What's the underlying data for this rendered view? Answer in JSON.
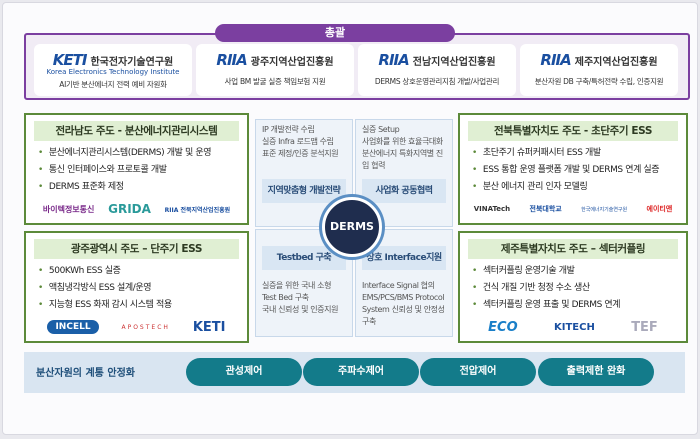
{
  "header": {
    "title": "총괄"
  },
  "orgs": [
    {
      "logo": "KETI",
      "name": "한국전자기술연구원",
      "sub": "Korea Electronics Technology Institute",
      "desc": "AI기반 분산에너지 전력 예비 자원화"
    },
    {
      "logo": "RIIA",
      "name": "광주지역산업진흥원",
      "desc": "사업 BM 발굴 실증 책임보험 지원"
    },
    {
      "logo": "RIIA",
      "name": "전남지역산업진흥원",
      "desc": "DERMS 상호운영관리지침 개발/사업관리"
    },
    {
      "logo": "RIIA",
      "name": "제주지역산업진흥원",
      "desc": "분산자원 DB 구축/특허전략 수립, 인증지원"
    }
  ],
  "regions": {
    "jeonnam": {
      "title": "전라남도 주도 - 분산에너지관리시스템",
      "items": [
        "분산에너지관리시스템(DERMS) 개발 및 운영",
        "통신 인터페이스와 프로토콜 개발",
        "DERMS 표준화 제정"
      ],
      "logos": [
        "바이텍정보통신",
        "GRIDA",
        "RIIA 전북지역산업진흥원"
      ]
    },
    "gwangju": {
      "title": "광주광역시 주도 – 단주기 ESS",
      "items": [
        "500KWh ESS 실증",
        "액침냉각방식 ESS 설계/운영",
        "지능형 ESS 화재 감시 시스템 적용"
      ],
      "logos": [
        "INCELL",
        "APOSTECH",
        "KETI"
      ]
    },
    "jeonbuk": {
      "title": "전북특별자치도 주도 - 초단주기 ESS",
      "items": [
        "초단주기 슈퍼커패시터 ESS 개발",
        "ESS 통합 운영 플랫폼 개발 및 DERMS 연계 실증",
        "분산 에너지 관리 인자 모델링"
      ],
      "logos": [
        "VINATech",
        "전북대학교",
        "한국에너지기술연구원",
        "에이티앤"
      ]
    },
    "jeju": {
      "title": "제주특별자치도 주도 – 섹터커플링",
      "items": [
        "섹터커플링 운영기술 개발",
        "건식 개질 기반 청정 수소 생산",
        "섹터커플링 운영 표출 및 DERMS 연계"
      ],
      "logos": [
        "ECO",
        "KITECH",
        "TEF"
      ]
    }
  },
  "center": {
    "hub": "DERMS",
    "quadrants": [
      {
        "label": "지역맞춤형 개발전략",
        "items": [
          "IP 개발전략 수립",
          "실증 Infra 로드맵 수립",
          "표준 제정/인증 분석지원"
        ]
      },
      {
        "label": "사업화 공동협력",
        "items": [
          "실증 Setup",
          "사업화를 위한 효율극대화",
          "분산에너지 특화지역별 진입 협력"
        ]
      },
      {
        "label": "Testbed 구축",
        "items": [
          "실증을 위한 국내 소형 Test Bed 구축",
          "국내 신뢰성 및 인증지원"
        ]
      },
      {
        "label": "상호 Interface지원",
        "items": [
          "Interface Signal 협의",
          "EMS/PCS/BMS Protocol",
          "System 신뢰성 및 안정성 구축"
        ]
      }
    ]
  },
  "bottom": {
    "label": "분산자원의 계통 안정화",
    "buttons": [
      "관성제어",
      "주파수제어",
      "전압제어",
      "출력제한 완화"
    ]
  },
  "colors": {
    "purple": "#7b3fa0",
    "green": "#5c8a3a",
    "teal": "#137b8a",
    "navy": "#1f2d4e"
  }
}
